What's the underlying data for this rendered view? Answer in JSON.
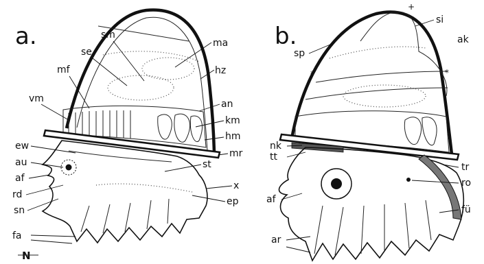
{
  "panels": [
    {
      "letter": "a.",
      "labels": [
        "sm",
        "se",
        "mf",
        "vm",
        "ma",
        "hz",
        "an",
        "km",
        "hm",
        "mr",
        "ew",
        "au",
        "af",
        "rd",
        "sn",
        "fa",
        "st",
        "x",
        "ep"
      ]
    },
    {
      "letter": "b.",
      "labels": [
        "si",
        "ak",
        "sp",
        "nk",
        "tt",
        "tr",
        "ro",
        "af",
        "fü",
        "ar"
      ]
    }
  ],
  "signature": "N"
}
